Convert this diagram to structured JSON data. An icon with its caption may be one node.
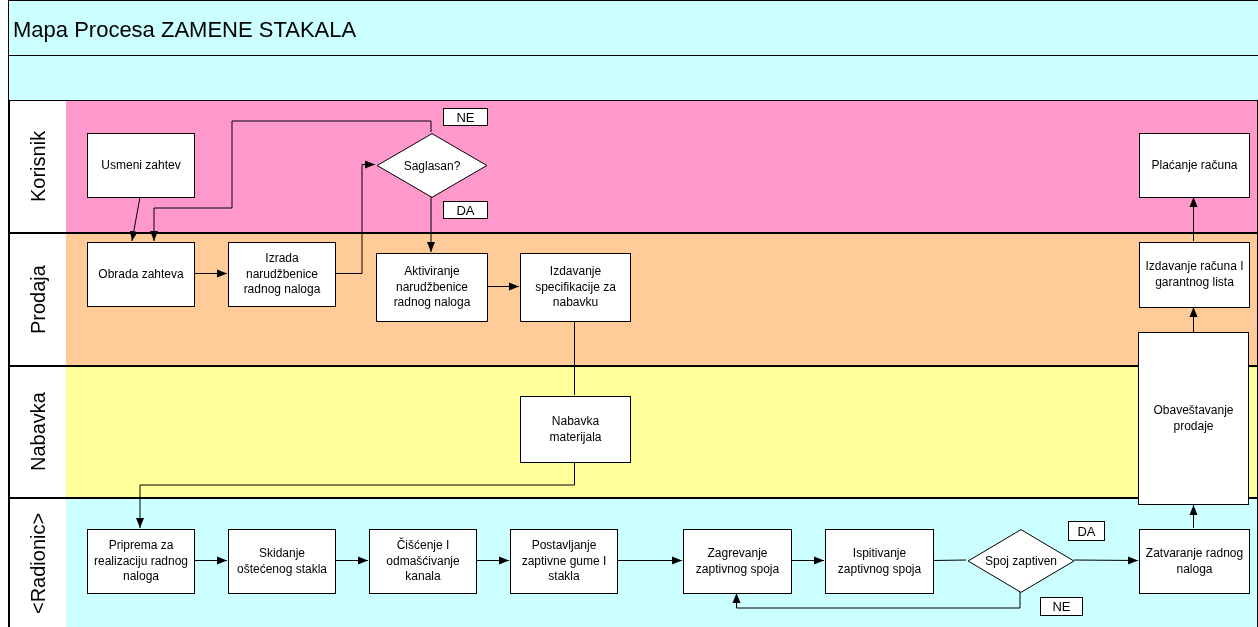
{
  "diagram": {
    "title": "Mapa Procesa ZAMENE STAKALA",
    "nodes": [
      {
        "text": [
          "Korisnik"
        ]
      },
      {
        "text": [
          "Usmeni zahtev"
        ],
        "in": 0
      },
      {
        "text": [
          "Saglasan?"
        ],
        "in": 0
      },
      {
        "text": [
          "Plaćanje računa"
        ],
        "in": 0
      },
      {
        "text": [
          "Prodaja"
        ]
      },
      {
        "text": [
          "Obrada zahteva"
        ],
        "in": 4
      },
      {
        "text": [
          "Izrada narudžbenice radnog naloga"
        ],
        "in": 4
      },
      {
        "text": [
          "Aktiviranje narudžbenice radnog naloga"
        ],
        "in": 4
      },
      {
        "text": [
          "Izdavanje specifikacije za nabavku"
        ],
        "in": 4
      },
      {
        "text": [
          "Izdavanje računa I garantnog lista"
        ],
        "in": 4
      },
      {
        "text": [
          "Nabavka"
        ]
      },
      {
        "text": [
          "Nabavka materijala"
        ],
        "in": 10
      },
      {
        "text": [
          "Obaveštavanje prodaje"
        ]
      },
      {
        "text": [
          "<Radionic>"
        ]
      },
      {
        "text": [
          "Priprema za realizaciju radnog naloga"
        ],
        "in": 13
      },
      {
        "text": [
          "Skidanje oštećenog stakla"
        ],
        "in": 13
      },
      {
        "text": [
          "Čišćenje I odmašćivanje kanala"
        ],
        "in": 13
      },
      {
        "text": [
          "Postavljanje zaptivne gume I stakla"
        ],
        "in": 13
      },
      {
        "text": [
          "Zagrevanje zaptivnog spoja"
        ],
        "in": 13
      },
      {
        "text": [
          "Ispitivanje zaptivnog spoja"
        ],
        "in": 13
      },
      {
        "text": [
          "Spoj zaptiven"
        ],
        "in": 13
      },
      {
        "text": [
          "Zatvaranje radnog naloga"
        ],
        "in": 13
      }
    ],
    "edges": [
      {
        "from": 1,
        "to": 5,
        "arrow": "to"
      },
      {
        "from": 5,
        "to": 6,
        "arrow": "to"
      },
      {
        "from": 6,
        "to": 2,
        "arrow": "to"
      },
      {
        "from": 2,
        "to": 5,
        "label": "NE",
        "arrow": "to"
      },
      {
        "from": 2,
        "to": 7,
        "label": "DA",
        "arrow": "to"
      },
      {
        "from": 7,
        "to": 8,
        "arrow": "to"
      },
      {
        "from": 8,
        "to": 11,
        "arrow": "none"
      },
      {
        "from": 11,
        "to": 14,
        "arrow": "to"
      },
      {
        "from": 14,
        "to": 15,
        "arrow": "to"
      },
      {
        "from": 15,
        "to": 16,
        "arrow": "to"
      },
      {
        "from": 16,
        "to": 17,
        "arrow": "to"
      },
      {
        "from": 17,
        "to": 18,
        "arrow": "to"
      },
      {
        "from": 18,
        "to": 19,
        "arrow": "to"
      },
      {
        "from": 19,
        "to": 20,
        "arrow": "none"
      },
      {
        "from": 20,
        "to": 21,
        "label": "DA",
        "arrow": "to"
      },
      {
        "from": 20,
        "to": 18,
        "label": "NE",
        "arrow": "to"
      },
      {
        "from": 21,
        "to": 12,
        "arrow": "to"
      },
      {
        "from": 12,
        "to": 9,
        "arrow": "to"
      },
      {
        "from": 9,
        "to": 3,
        "arrow": "to"
      }
    ]
  }
}
